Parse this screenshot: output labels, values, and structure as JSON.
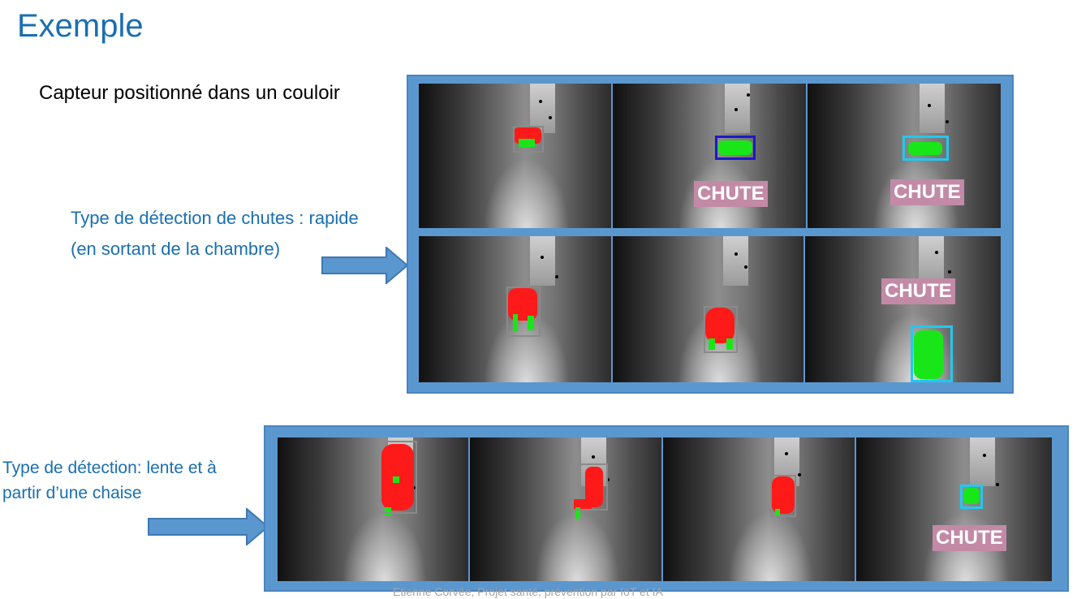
{
  "slide": {
    "title": "Exemple",
    "subtitle": "Capteur positionné dans un couloir",
    "note_top_line1": "Type de détection de chutes : rapide",
    "note_top_line2": "(en sortant de la chambre)",
    "note_bottom_line1": "Type de détection: lente et à",
    "note_bottom_line2": "partir d’une chaise",
    "footer": "Etienne Corvée, Projet santé, prévention par IoT et IA"
  },
  "labels": {
    "fall": "CHUTE"
  },
  "colors": {
    "title": "#1a6fb0",
    "frame": "#5b97cf",
    "person_red": "#ff1a1a",
    "person_green": "#19e619",
    "box_grey": "#8a8a8a",
    "box_blue": "#1a1ac8",
    "box_cyan": "#22c8f0",
    "label_bg": "#c28aa6"
  }
}
